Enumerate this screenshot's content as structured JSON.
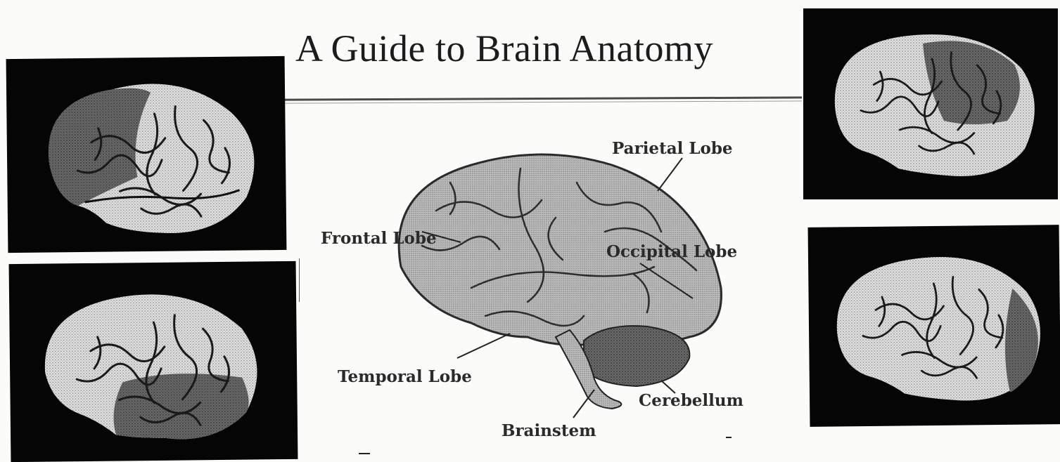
{
  "title": "A Guide to Brain Anatomy",
  "diagram": {
    "labels": {
      "parietal": "Parietal Lobe",
      "frontal": "Frontal Lobe",
      "occipital": "Occipital Lobe",
      "temporal": "Temporal Lobe",
      "cerebellum": "Cerebellum",
      "brainstem": "Brainstem"
    }
  },
  "panels": [
    {
      "highlight": "frontal-lobe"
    },
    {
      "highlight": "temporal-lobe"
    },
    {
      "highlight": "parietal-lobe"
    },
    {
      "highlight": "occipital-lobe"
    }
  ],
  "colors": {
    "background": "#fbfbf9",
    "panel": "#050505",
    "brain_light": "#d8d8d8",
    "brain_dark": "#6a6a6a"
  }
}
